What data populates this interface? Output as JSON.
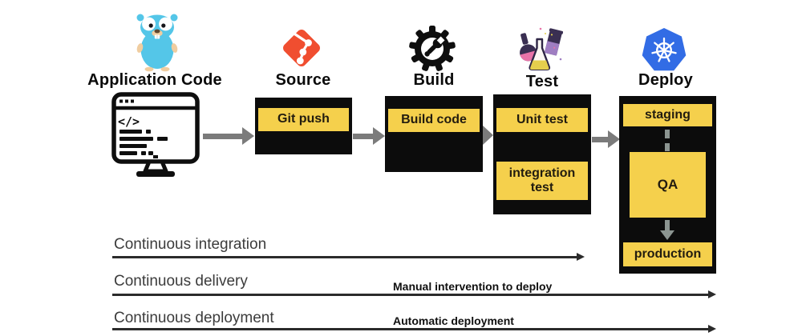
{
  "colors": {
    "step_yellow": "#F5D04C",
    "box_black": "#0c0c0c",
    "pipeline_arrow_gray": "#7b7b7b",
    "deploy_connector_gray": "#8C9591",
    "git_red": "#F04E30",
    "kubernetes_blue": "#326CE5",
    "gopher_teal": "#54C6E8",
    "row_text_gray": "#3c3c3c"
  },
  "icons": {
    "app_code": "gopher-icon",
    "app_code_secondary": "monitor-code-icon",
    "source": "git-icon",
    "build": "gear-wrench-icon",
    "test": "lab-flasks-icon",
    "deploy": "kubernetes-icon"
  },
  "stages": {
    "app_code": {
      "label": "Application Code"
    },
    "source": {
      "label": "Source",
      "step": "Git push"
    },
    "build": {
      "label": "Build",
      "step": "Build code"
    },
    "test": {
      "label": "Test",
      "steps": [
        "Unit test",
        "integration test"
      ]
    },
    "deploy": {
      "label": "Deploy",
      "steps": [
        "staging",
        "QA",
        "production"
      ]
    }
  },
  "process_rows": [
    {
      "label": "Continuous integration",
      "annotation": ""
    },
    {
      "label": "Continuous delivery",
      "annotation": "Manual intervention to deploy"
    },
    {
      "label": "Continuous deployment",
      "annotation": "Automatic deployment"
    }
  ]
}
